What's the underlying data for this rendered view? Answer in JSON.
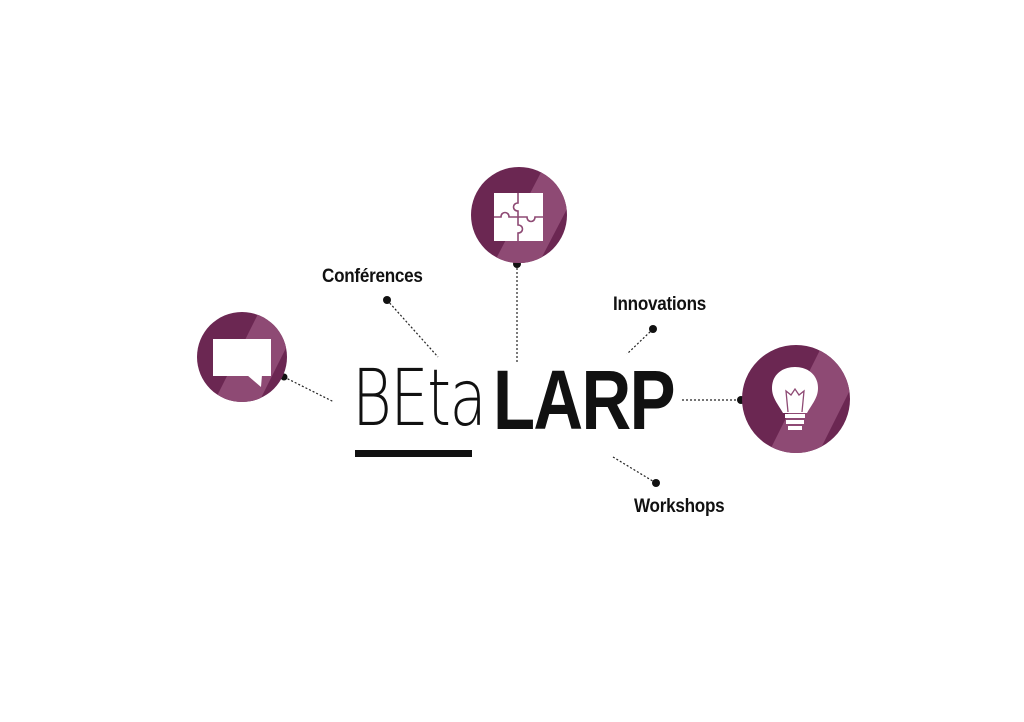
{
  "logo": {
    "part1": "BEta",
    "part2": "LARP"
  },
  "labels": {
    "conferences": "Conférences",
    "innovations": "Innovations",
    "workshops": "Workshops"
  },
  "colors": {
    "circle_dark": "#6b2752",
    "circle_light": "#8e4a74",
    "text": "#111111",
    "background": "#ffffff"
  },
  "icons": [
    "speech-bubble-icon",
    "puzzle-icon",
    "lightbulb-icon"
  ]
}
